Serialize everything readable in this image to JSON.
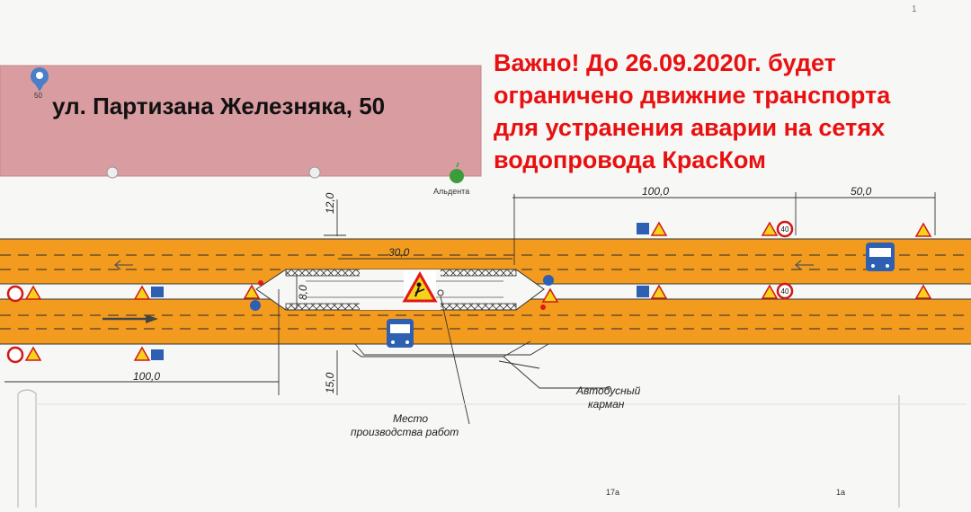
{
  "page_number": "1",
  "street_label": "ул. Партизана Железняка, 50",
  "building_number": "50",
  "notice_lines": [
    "Важно! До 26.09.2020г. будет",
    "ограничено движние транспорта",
    "для устранения аварии на сетях",
    "водопровода КрасКом"
  ],
  "shop_label": "Альдента",
  "dimensions": {
    "top_left": "100,0",
    "top_right": "50,0",
    "work_zone": "30,0",
    "vertical_top": "12,0",
    "lane_width": "8,0",
    "bottom_left": "100,0",
    "vertical_bottom": "15,0"
  },
  "speed_limit": "40",
  "annotations": {
    "bus_pocket": [
      "Автобусный",
      "карман"
    ],
    "work_site": [
      "Место",
      "производства работ"
    ]
  },
  "building_numbers_bottom": [
    "17а",
    "1а"
  ],
  "colors": {
    "road": "#f39b1e",
    "building": "#d99ca0",
    "notice": "#e81010"
  }
}
